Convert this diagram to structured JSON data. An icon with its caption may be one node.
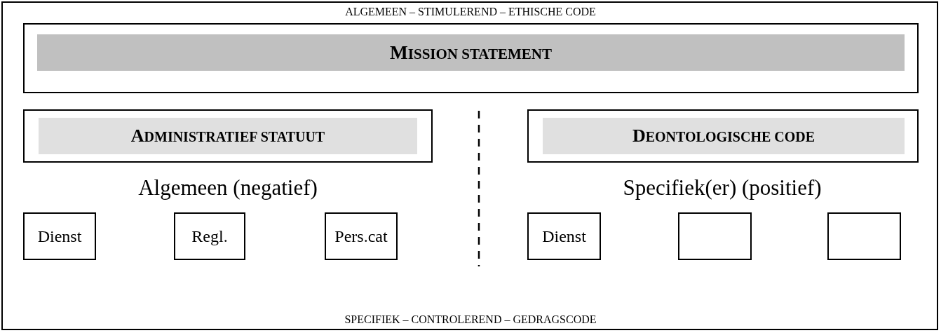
{
  "diagram": {
    "nodes": [
      {
        "text": [
          "MISSION STATEMENT"
        ]
      },
      {
        "text": [
          "ADMINISTRATIEF STATUUT"
        ]
      },
      {
        "text": [
          "DEONTOLOGISCHE CODE"
        ]
      },
      {
        "text": [
          "Dienst"
        ]
      },
      {
        "text": [
          "Regl."
        ]
      },
      {
        "text": [
          "Pers.cat"
        ]
      },
      {
        "text": [
          "Dienst"
        ]
      },
      {
        "text": [],
        "shape": "box"
      },
      {
        "text": [],
        "shape": "box"
      }
    ],
    "edges": [],
    "labels": [
      "ALGEMEEN – STIMULEREND – ETHISCHE CODE",
      "Algemeen (negatief)",
      "Specifiek(er) (positief)",
      "SPECIFIEK – CONTROLEREND – GEDRAGSCODE"
    ]
  }
}
